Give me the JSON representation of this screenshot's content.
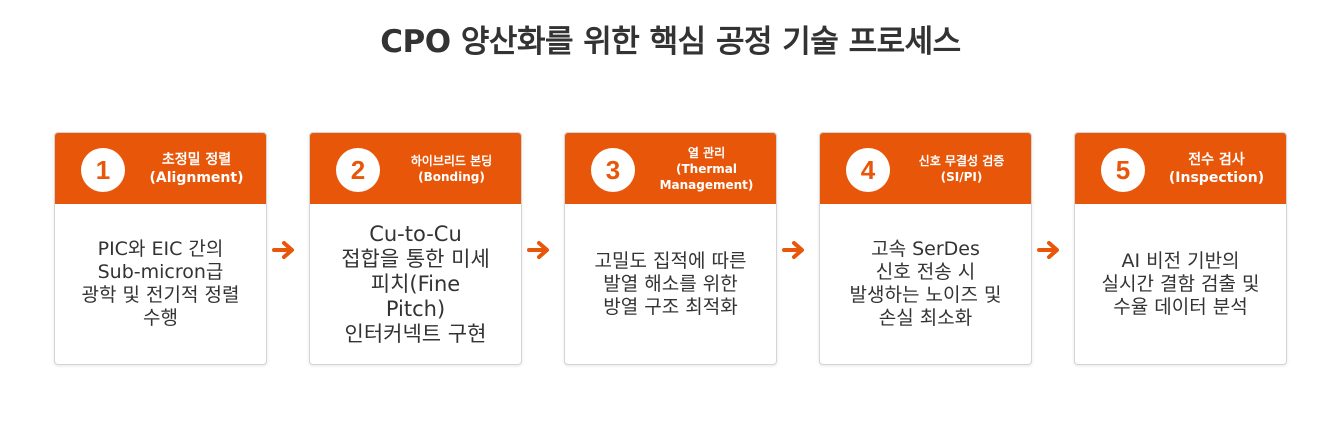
{
  "title": "CPO 양산화를 위한 핵심 공정 기술 프로세스",
  "accent_color": "#e8560a",
  "steps": [
    {
      "number": "1",
      "title_ko": "초정밀 정렬",
      "title_en": "(Alignment)",
      "description": "PIC와 EIC 간의\nSub-micron급\n광학 및 전기적 정렬\n수행"
    },
    {
      "number": "2",
      "title_ko": "하이브리드 본딩",
      "title_en": "(Bonding)",
      "description": "Cu-to-Cu\n접합을 통한 미세\n피치(Fine\nPitch)\n인터커넥트 구현"
    },
    {
      "number": "3",
      "title_ko": "열 관리",
      "title_en": "(Thermal\nManagement)",
      "description": "고밀도 집적에 따른\n발열 해소를 위한\n방열 구조 최적화"
    },
    {
      "number": "4",
      "title_ko": "신호 무결성 검증",
      "title_en": "(SI/PI)",
      "description": "고속 SerDes\n신호 전송 시\n발생하는 노이즈 및\n손실 최소화"
    },
    {
      "number": "5",
      "title_ko": "전수 검사",
      "title_en": "(Inspection)",
      "description": "AI 비전 기반의\n실시간 결함 검출 및\n수율 데이터 분석"
    }
  ],
  "connector_icon": "arrow-right-icon"
}
